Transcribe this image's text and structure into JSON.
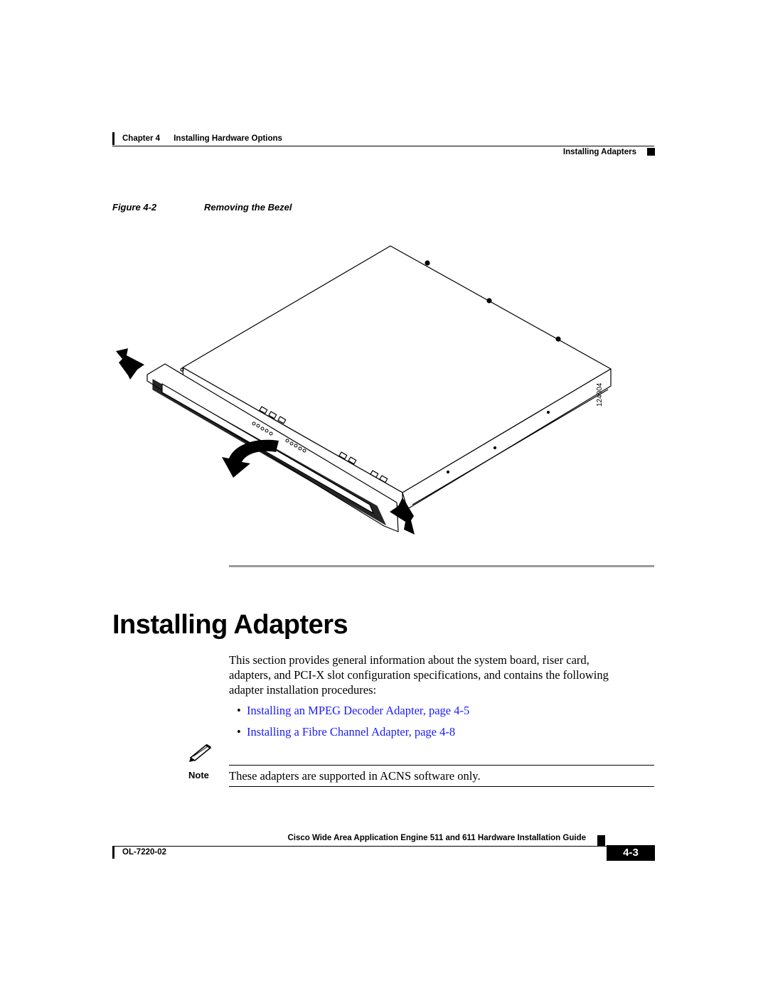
{
  "header": {
    "chapter": "Chapter 4",
    "chapter_title": "Installing Hardware Options",
    "section": "Installing Adapters"
  },
  "figure": {
    "label": "Figure 4-2",
    "title": "Removing the Bezel",
    "id_code": "124004"
  },
  "section": {
    "title": "Installing Adapters",
    "intro": [
      "This section provides general information about the system board, riser card,",
      "adapters, and PCI-X slot configuration specifications, and contains the following",
      "adapter installation procedures:"
    ],
    "links": [
      "Installing an MPEG Decoder Adapter, page 4-5",
      "Installing a Fibre Channel Adapter, page 4-8"
    ],
    "note_label": "Note",
    "note_text": "These adapters are supported in ACNS software only."
  },
  "footer": {
    "guide_title": "Cisco Wide Area Application Engine 511 and 611 Hardware Installation Guide",
    "doc_number": "OL-7220-02",
    "page_number": "4-3"
  },
  "colors": {
    "link": "#1a1aff",
    "separator": "#9a9a9a"
  }
}
